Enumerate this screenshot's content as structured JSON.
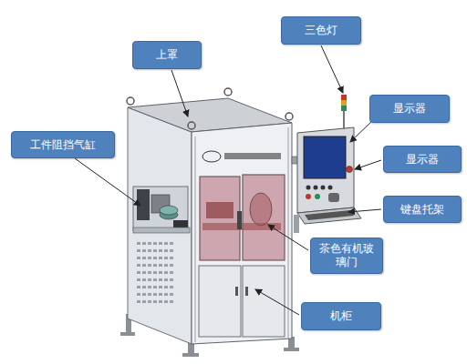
{
  "diagram": {
    "nodes": [
      {
        "text": [
          "三色灯"
        ]
      },
      {
        "text": [
          "上罩"
        ]
      },
      {
        "text": [
          "显示器"
        ]
      },
      {
        "text": [
          "工件阻挡气缸"
        ]
      },
      {
        "text": [
          "显示器"
        ]
      },
      {
        "text": [
          "键盘托架"
        ]
      },
      {
        "text": [
          "茶色有机玻璃门"
        ]
      },
      {
        "text": [
          "机柜"
        ]
      }
    ]
  }
}
